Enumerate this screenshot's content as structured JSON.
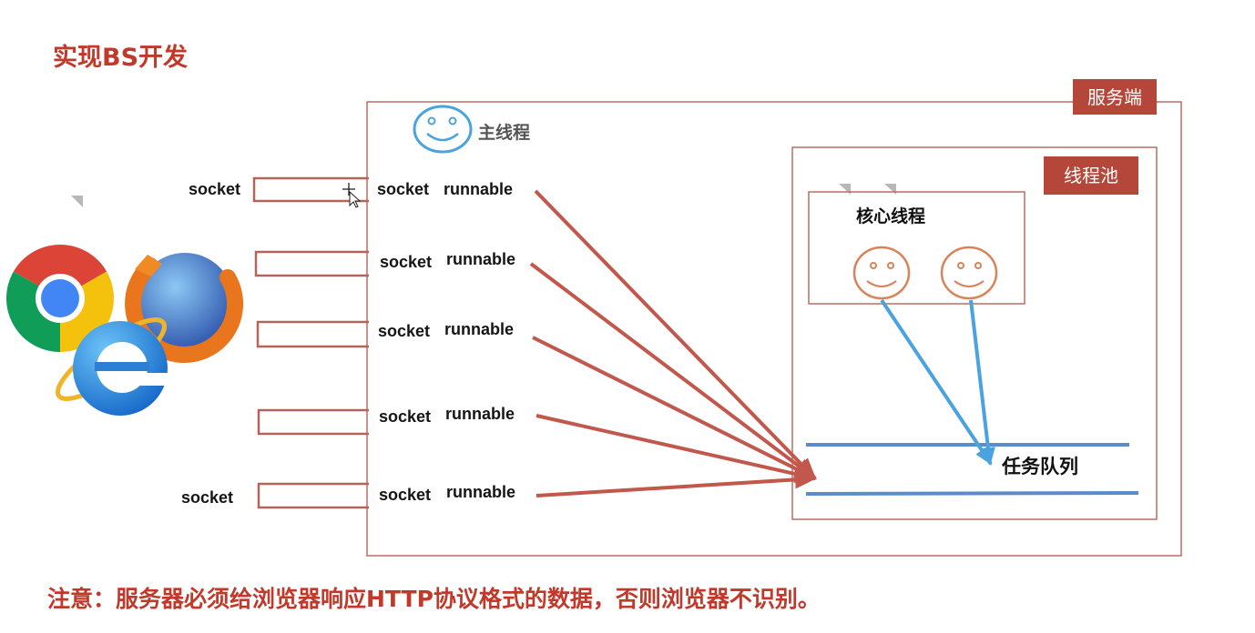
{
  "title": "实现BS开发",
  "server": {
    "label": "服务端",
    "main_thread_label": "主线程"
  },
  "client_labels": [
    "socket",
    "socket"
  ],
  "rows": [
    {
      "socket": "socket",
      "runnable": "runnable"
    },
    {
      "socket": "socket",
      "runnable": "runnable"
    },
    {
      "socket": "socket",
      "runnable": "runnable"
    },
    {
      "socket": "socket",
      "runnable": "runnable"
    },
    {
      "socket": "socket",
      "runnable": "runnable"
    }
  ],
  "thread_pool": {
    "label": "线程池",
    "core_threads_label": "核心线程",
    "task_queue_label": "任务队列"
  },
  "note": "注意：服务器必须给浏览器响应HTTP协议格式的数据，否则浏览器不识别。",
  "icons": {
    "browsers": [
      "chrome-icon",
      "firefox-icon",
      "ie-icon"
    ],
    "thread": "smiley-face-icon",
    "cursor": "move-cursor-icon"
  },
  "colors": {
    "accent_red": "#c0392b",
    "label_fill": "#b5473a",
    "box_border": "#b5645a",
    "request_arrow": "#c2574b",
    "thread_blue": "#4aa3df",
    "queue_line": "#5b8bcb",
    "worker_face": "#d9835a"
  }
}
